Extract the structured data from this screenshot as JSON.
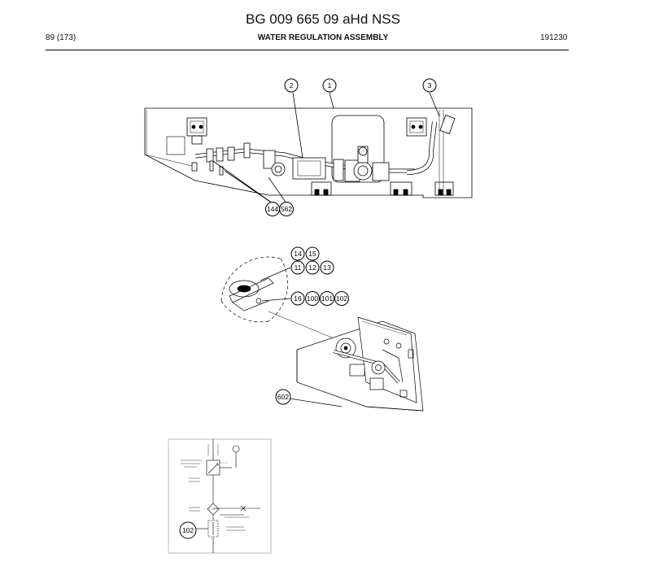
{
  "header": {
    "doc_title": "BG 009 665 09 aHd NSS",
    "page_ref": "89 (173)",
    "section_title": "WATER REGULATION ASSEMBLY",
    "doc_code": "191230"
  },
  "callouts": {
    "top": {
      "c2": "2",
      "c1": "1",
      "c3": "3",
      "c144": "144",
      "c562": "562"
    },
    "middle": {
      "c14": "14",
      "c15": "15",
      "c11": "11",
      "c12": "12",
      "c13": "13",
      "c16": "16",
      "c100": "100",
      "c101": "101",
      "c102": "102",
      "c602": "602"
    },
    "schematic": {
      "c102": "102"
    }
  }
}
